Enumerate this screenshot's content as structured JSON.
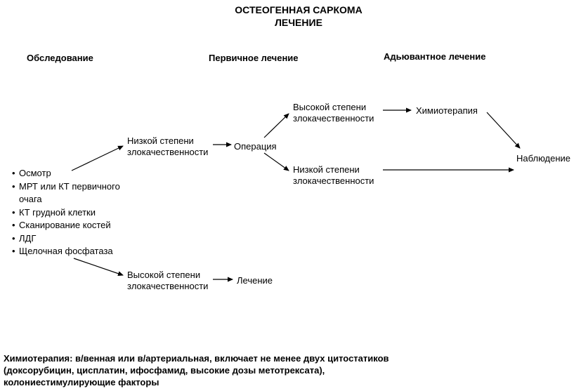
{
  "title": {
    "line1": "ОСТЕОГЕННАЯ САРКОМА",
    "line2": "ЛЕЧЕНИЕ"
  },
  "columns": {
    "exam": "Обследование",
    "primary": "Первичное лечение",
    "adjuvant": "Адьювантное лечение"
  },
  "exam_items": [
    "Осмотр",
    "МРТ или КТ первичного",
    "очага",
    "КТ грудной клетки",
    "Сканирование костей",
    "ЛДГ",
    "Щелочная фосфатаза"
  ],
  "nodes": {
    "low_grade_1": {
      "line1": "Низкой степени",
      "line2": "злокачественности"
    },
    "operation": "Операция",
    "high_grade_1": {
      "line1": "Высокой степени",
      "line2": "злокачественности"
    },
    "treatment": "Лечение",
    "high_grade_2": {
      "line1": "Высокой степени",
      "line2": "злокачественности"
    },
    "chemotherapy": "Химиотерапия",
    "low_grade_2": {
      "line1": "Низкой степени",
      "line2": "злокачественности"
    },
    "observation": "Наблюдение"
  },
  "note": {
    "line1": "Химиотерапия: в/венная или в/артериальная, включает не менее двух цитостатиков",
    "line2": "(доксорубицин, цисплатин, ифосфамид, высокие дозы метотрексата),",
    "line3": "колониестимулирующие факторы"
  },
  "colors": {
    "line": "#000000",
    "background": "#ffffff"
  }
}
